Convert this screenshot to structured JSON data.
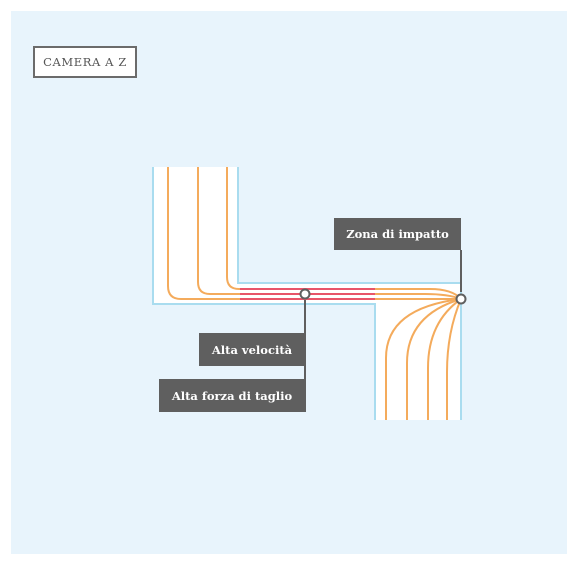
{
  "chamber": {
    "label": "CAMERA A Z"
  },
  "annotations": {
    "impact_zone": "Zona di impatto",
    "high_velocity": "Alta velocità",
    "high_shear": "Alta forza di taglio"
  },
  "colors": {
    "background": "#e8f4fc",
    "channel_wall": "#a9dcef",
    "channel_fill": "#ffffff",
    "streamline": "#f4ab5c",
    "high_velocity_streamline": "#e8556a",
    "callout_box": "#5f5f5f",
    "marker": "#5f5f5f"
  }
}
